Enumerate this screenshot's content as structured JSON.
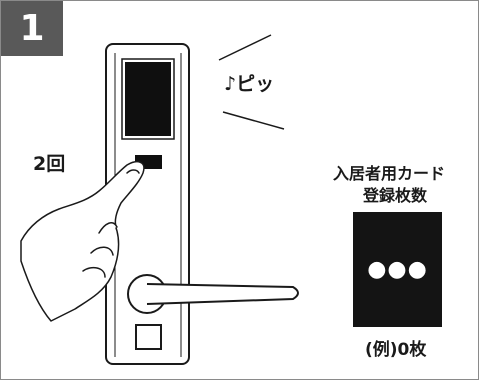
{
  "step": {
    "number": "1"
  },
  "press": {
    "count_label": "2回"
  },
  "sound": {
    "label": "♪ピッ"
  },
  "card_count": {
    "title_line1": "入居者用カード",
    "title_line2": "登録枚数",
    "display": "●●●",
    "example": "(例)0枚"
  },
  "colors": {
    "badge_bg": "#595959",
    "display_bg": "#141414",
    "line": "#1a1a1a"
  }
}
